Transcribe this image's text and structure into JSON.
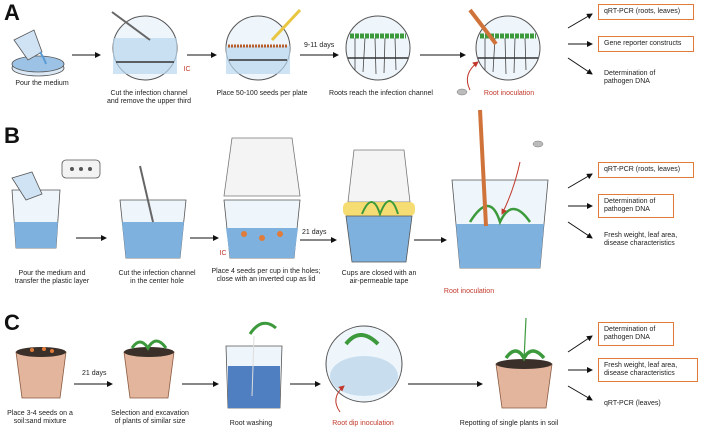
{
  "panels": {
    "a": "A",
    "b": "B",
    "c": "C"
  },
  "row_a": {
    "pour": "Pour the medium",
    "cut_line1": "Cut the infection channel",
    "cut_line2": "and remove the upper third",
    "ic": "IC",
    "seeds": "Place 50-100 seeds per plate",
    "days": "9-11 days",
    "roots": "Roots reach the infection channel",
    "inoc": "Root inoculation",
    "out1": "qRT-PCR (roots, leaves)",
    "out2": "Gene reporter constructs",
    "out3_line1": "Determination of",
    "out3_line2": "pathogen DNA"
  },
  "row_b": {
    "pour_line1": "Pour the medium and",
    "pour_line2": "transfer the plastic layer",
    "cut_line1": "Cut the infection channel",
    "cut_line2": "in the center hole",
    "seeds_line1": "Place 4 seeds per cup in the holes;",
    "seeds_line2": "close with an inverted cup as lid",
    "ic": "IC",
    "days": "21 days",
    "closed_line1": "Cups are closed with an",
    "closed_line2": "air-permeable tape",
    "inoc": "Root inoculation",
    "out1": "qRT-PCR (roots, leaves)",
    "out2_line1": "Determination of",
    "out2_line2": "pathogen DNA",
    "out3_line1": "Fresh weight, leaf area,",
    "out3_line2": "disease characteristics"
  },
  "row_c": {
    "place_line1": "Place 3-4 seeds on a",
    "place_line2": "soil:sand mixture",
    "days": "21 days",
    "select_line1": "Selection and excavation",
    "select_line2": "of plants of similar size",
    "wash": "Root washing",
    "dip": "Root dip inoculation",
    "repot": "Repotting of single plants in soil",
    "out1_line1": "Determination of",
    "out1_line2": "pathogen DNA",
    "out2_line1": "Fresh weight, leaf area,",
    "out2_line2": "disease characteristics",
    "out3": "qRT-PCR (leaves)"
  },
  "colors": {
    "accent": "#e07b39",
    "label_red": "#c0392b",
    "medium_blue": "#5b9bd5",
    "plant_green": "#3c9a3c"
  }
}
